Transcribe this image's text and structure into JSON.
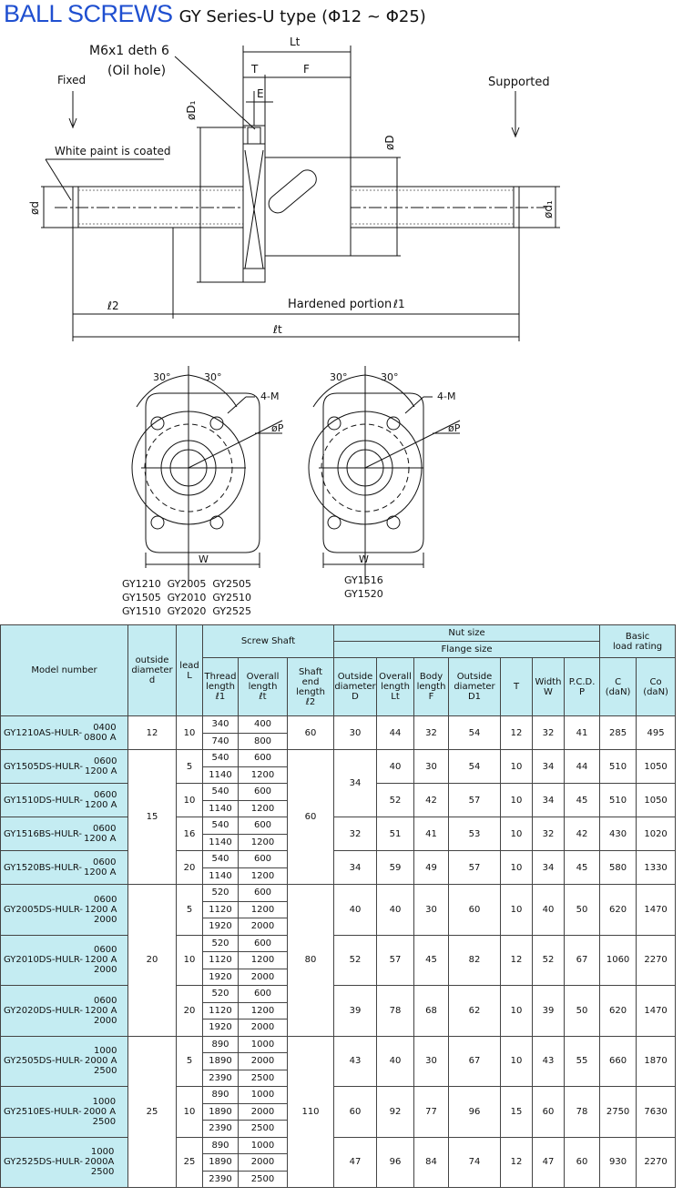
{
  "header": {
    "brand": "BALL SCREWS",
    "subtitle": "GY Series-U type (Φ12 ~ Φ25)"
  },
  "drawing": {
    "hole_label": "M6x1 deth 6",
    "hole_label2": "(Oil hole)",
    "fixed": "Fixed",
    "supported": "Supported",
    "paint": "White paint is coated",
    "lt": "Lt",
    "t": "T",
    "f": "F",
    "e": "E",
    "d1": "øD₁",
    "dd": "øD",
    "d": "ød",
    "d1s": "ød₁",
    "l2": "ℓ2",
    "hardened": "Hardened portion",
    "l1": "ℓ1",
    "lt_total": "ℓt"
  },
  "flange_views": [
    {
      "angle1": "30°",
      "angle2": "30°",
      "holes": "4-M",
      "pcd": "øP",
      "width": "W",
      "models": [
        "GY1210  GY2005  GY2505",
        "GY1505  GY2010  GY2510",
        "GY1510  GY2020  GY2525"
      ]
    },
    {
      "angle1": "30°",
      "angle2": "30°",
      "holes": "4-M",
      "pcd": "øP",
      "width": "W",
      "models": [
        "GY1516",
        "GY1520"
      ]
    }
  ],
  "table": {
    "h_model": "Model number",
    "h_outside": [
      "outside",
      "diameter",
      "d"
    ],
    "h_lead": [
      "lead",
      "L"
    ],
    "h_screw_shaft": "Screw Shaft",
    "h_nut_size": "Nut size",
    "h_flange_size": "Flange size",
    "h_basic": [
      "Basic",
      "load rating"
    ],
    "h_thread": [
      "Thread",
      "length",
      "ℓ1"
    ],
    "h_overall": [
      "Overall",
      "length",
      "ℓt"
    ],
    "h_shaftend": [
      "Shaft",
      "end",
      "length",
      "ℓ2"
    ],
    "h_odD": [
      "Outside",
      "diameter",
      "D"
    ],
    "h_lt": [
      "Overall",
      "length",
      "Lt"
    ],
    "h_body": [
      "Body",
      "length",
      "F"
    ],
    "h_od1": [
      "Outside",
      "diameter",
      "D1"
    ],
    "h_t": "T",
    "h_w": [
      "Width",
      "W"
    ],
    "h_pcd": [
      "P.C.D.",
      "P"
    ],
    "h_c": [
      "C",
      "(daN)"
    ],
    "h_co": [
      "Co",
      "(daN)"
    ],
    "models": [
      {
        "name": "GY1210AS-HULR-",
        "suffix": [
          "0400",
          "0800 A"
        ],
        "d": "12",
        "lead": "10",
        "l1": [
          "340",
          "740"
        ],
        "lt": [
          "400",
          "800"
        ],
        "l2": "60",
        "D": "30",
        "Lt": "44",
        "F": "32",
        "D1": "54",
        "T": "12",
        "W": "32",
        "P": "41",
        "C": "285",
        "Co": "495"
      },
      {
        "name": "GY1505DS-HULR-",
        "suffix": [
          "0600",
          "1200 A"
        ],
        "d": "15",
        "lead": "5",
        "l1": [
          "540",
          "1140"
        ],
        "lt": [
          "600",
          "1200"
        ],
        "l2": "60",
        "D": "34",
        "Lt": "40",
        "F": "30",
        "D1": "54",
        "T": "10",
        "W": "34",
        "P": "44",
        "C": "510",
        "Co": "1050"
      },
      {
        "name": "GY1510DS-HULR-",
        "suffix": [
          "0600",
          "1200 A"
        ],
        "lead": "10",
        "l1": [
          "540",
          "1140"
        ],
        "lt": [
          "600",
          "1200"
        ],
        "Lt": "52",
        "F": "42",
        "D1": "57",
        "T": "10",
        "W": "34",
        "P": "45",
        "C": "510",
        "Co": "1050"
      },
      {
        "name": "GY1516BS-HULR-",
        "suffix": [
          "0600",
          "1200 A"
        ],
        "lead": "16",
        "l1": [
          "540",
          "1140"
        ],
        "lt": [
          "600",
          "1200"
        ],
        "D": "32",
        "Lt": "51",
        "F": "41",
        "D1": "53",
        "T": "10",
        "W": "32",
        "P": "42",
        "C": "430",
        "Co": "1020"
      },
      {
        "name": "GY1520BS-HULR-",
        "suffix": [
          "0600",
          "1200 A"
        ],
        "lead": "20",
        "l1": [
          "540",
          "1140"
        ],
        "lt": [
          "600",
          "1200"
        ],
        "D": "34",
        "Lt": "59",
        "F": "49",
        "D1": "57",
        "T": "10",
        "W": "34",
        "P": "45",
        "C": "580",
        "Co": "1330"
      },
      {
        "name": "GY2005DS-HULR-",
        "suffix": [
          "0600",
          "1200 A",
          "2000"
        ],
        "d": "20",
        "lead": "5",
        "l1": [
          "520",
          "1120",
          "1920"
        ],
        "lt": [
          "600",
          "1200",
          "2000"
        ],
        "l2": "80",
        "D": "40",
        "Lt": "40",
        "F": "30",
        "D1": "60",
        "T": "10",
        "W": "40",
        "P": "50",
        "C": "620",
        "Co": "1470"
      },
      {
        "name": "GY2010DS-HULR-",
        "suffix": [
          "0600",
          "1200 A",
          "2000"
        ],
        "lead": "10",
        "l1": [
          "520",
          "1120",
          "1920"
        ],
        "lt": [
          "600",
          "1200",
          "2000"
        ],
        "D": "52",
        "Lt": "57",
        "F": "45",
        "D1": "82",
        "T": "12",
        "W": "52",
        "P": "67",
        "C": "1060",
        "Co": "2270"
      },
      {
        "name": "GY2020DS-HULR-",
        "suffix": [
          "0600",
          "1200 A",
          "2000"
        ],
        "lead": "20",
        "l1": [
          "520",
          "1120",
          "1920"
        ],
        "lt": [
          "600",
          "1200",
          "2000"
        ],
        "D": "39",
        "Lt": "78",
        "F": "68",
        "D1": "62",
        "T": "10",
        "W": "39",
        "P": "50",
        "C": "620",
        "Co": "1470"
      },
      {
        "name": "GY2505DS-HULR-",
        "suffix": [
          "1000",
          "2000 A",
          "2500"
        ],
        "d": "25",
        "lead": "5",
        "l1": [
          "890",
          "1890",
          "2390"
        ],
        "lt": [
          "1000",
          "2000",
          "2500"
        ],
        "l2": "110",
        "D": "43",
        "Lt": "40",
        "F": "30",
        "D1": "67",
        "T": "10",
        "W": "43",
        "P": "55",
        "C": "660",
        "Co": "1870"
      },
      {
        "name": "GY2510ES-HULR-",
        "suffix": [
          "1000",
          "2000 A",
          "2500"
        ],
        "lead": "10",
        "l1": [
          "890",
          "1890",
          "2390"
        ],
        "lt": [
          "1000",
          "2000",
          "2500"
        ],
        "D": "60",
        "Lt": "92",
        "F": "77",
        "D1": "96",
        "T": "15",
        "W": "60",
        "P": "78",
        "C": "2750",
        "Co": "7630"
      },
      {
        "name": "GY2525DS-HULR-",
        "suffix": [
          "1000",
          "2000A",
          "2500"
        ],
        "lead": "25",
        "l1": [
          "890",
          "1890",
          "2390"
        ],
        "lt": [
          "1000",
          "2000",
          "2500"
        ],
        "D": "47",
        "Lt": "96",
        "F": "84",
        "D1": "74",
        "T": "12",
        "W": "47",
        "P": "60",
        "C": "930",
        "Co": "2270"
      }
    ]
  }
}
